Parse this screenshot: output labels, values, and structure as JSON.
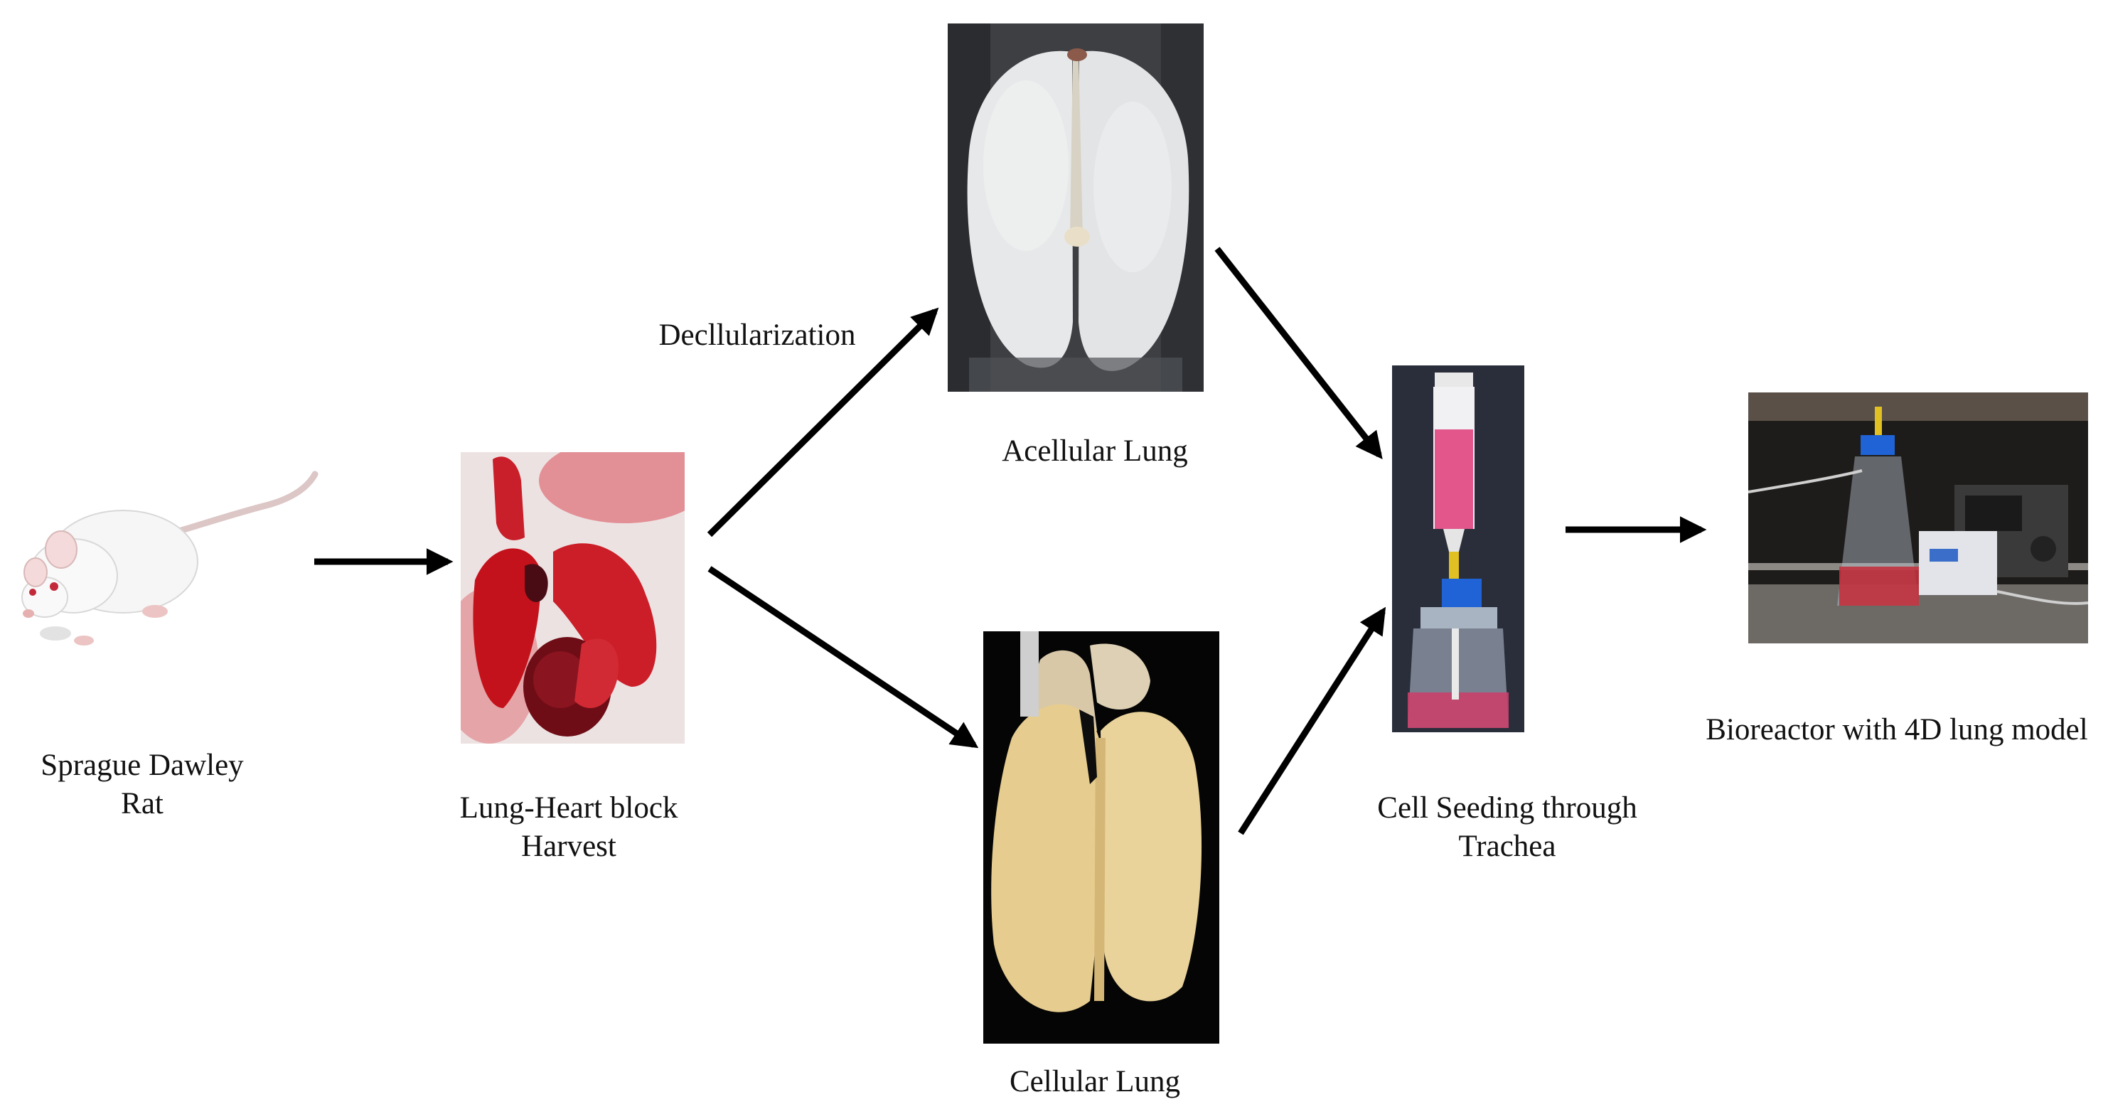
{
  "steps": {
    "rat": {
      "label_line1": "Sprague Dawley",
      "label_line2": "Rat"
    },
    "harvest": {
      "label_line1": "Lung-Heart block",
      "label_line2": "Harvest"
    },
    "decellularization": {
      "label": "Decllularization"
    },
    "acellular_lung": {
      "label": "Acellular Lung"
    },
    "cellular_lung": {
      "label": "Cellular Lung"
    },
    "cell_seeding": {
      "label_line1": "Cell Seeding through",
      "label_line2": "Trachea"
    },
    "bioreactor": {
      "label": "Bioreactor with 4D lung model"
    }
  },
  "colors": {
    "arrow": "#000000",
    "text": "#111111",
    "tissue_red": "#c4121c",
    "acellular_white": "#e8e9ea",
    "cellular_cream": "#e6cc8e",
    "cap_blue": "#1f63d6",
    "media_pink": "#e2568c"
  }
}
